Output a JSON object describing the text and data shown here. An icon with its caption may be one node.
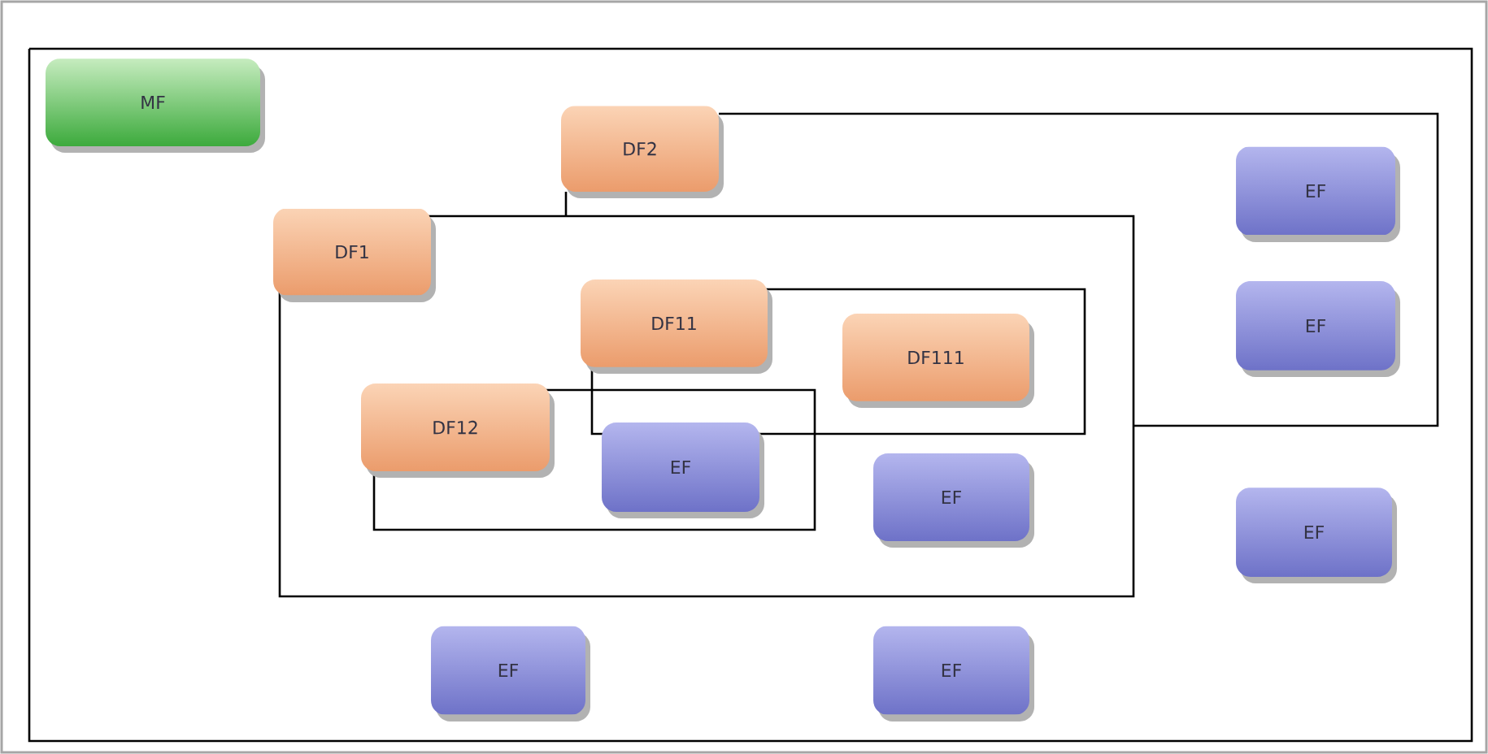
{
  "diagram": {
    "nodes": [
      {
        "text": [
          "MF"
        ]
      },
      {
        "text": [
          "DF2"
        ]
      },
      {
        "text": [
          "EF"
        ]
      },
      {
        "text": [
          "EF"
        ]
      },
      {
        "text": [
          "DF1"
        ]
      },
      {
        "text": [
          "DF11"
        ]
      },
      {
        "text": [
          "DF111"
        ]
      },
      {
        "text": [
          "DF12"
        ]
      },
      {
        "text": [
          "EF"
        ]
      },
      {
        "text": [
          "EF"
        ]
      },
      {
        "text": [
          "EF"
        ]
      },
      {
        "text": [
          "EF"
        ]
      },
      {
        "text": [
          "EF"
        ]
      }
    ]
  }
}
